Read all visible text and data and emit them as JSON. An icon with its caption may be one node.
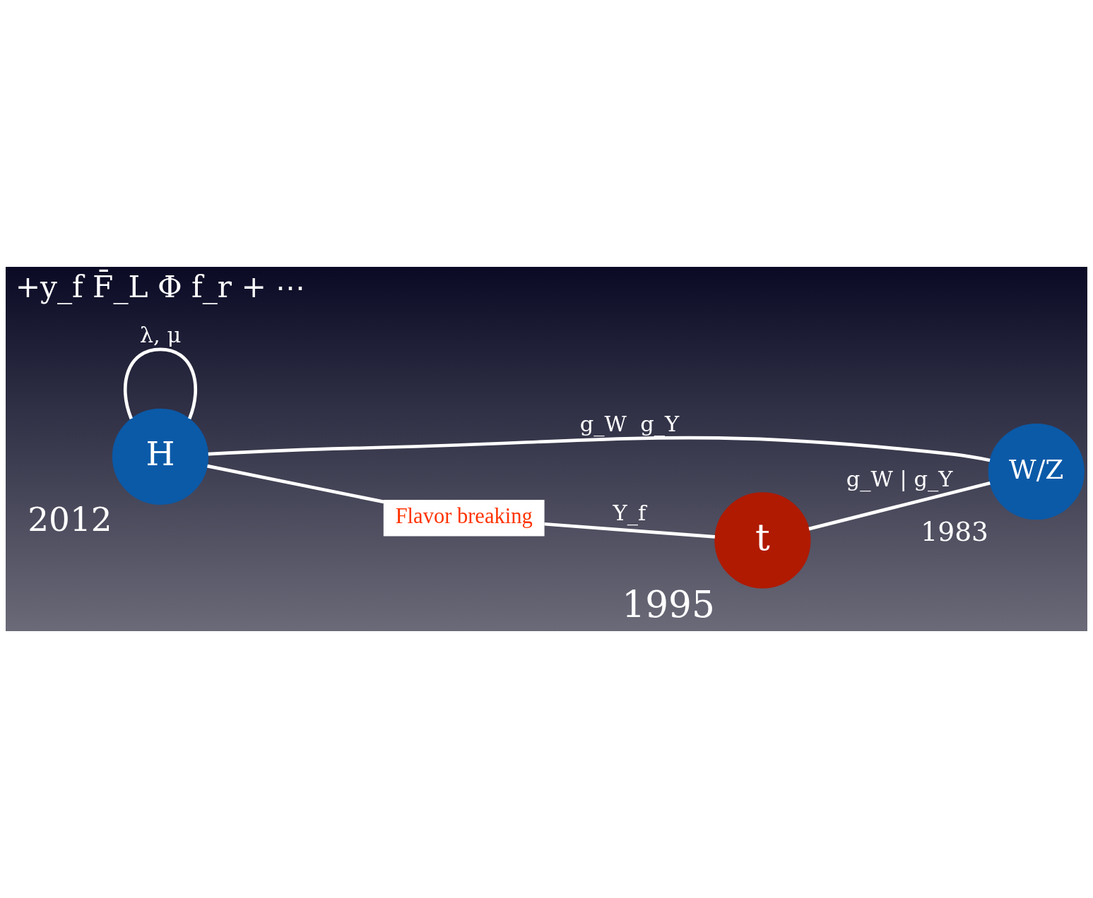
{
  "diagram": {
    "nodes": [
      {
        "text": [
          "H"
        ],
        "beside": [
          "2012"
        ]
      },
      {
        "text": [
          "t"
        ],
        "beside": [
          "1995"
        ]
      },
      {
        "text": [
          "W/Z"
        ],
        "beside": [
          "1983"
        ]
      },
      {
        "text": [
          "Flavor breaking"
        ]
      }
    ],
    "edges": [
      {
        "from": 0,
        "to": 0,
        "arrow": "none",
        "label": "λ, μ"
      },
      {
        "from": 0,
        "to": 3,
        "arrow": "none"
      },
      {
        "from": 3,
        "to": 1,
        "arrow": "none",
        "label": "Y_f"
      },
      {
        "from": 1,
        "to": 2,
        "arrow": "none",
        "label": "g_W | g_Y"
      },
      {
        "from": 0,
        "to": 2,
        "arrow": "none",
        "label": "g_W  g_Y"
      }
    ],
    "labels": [
      "+y_f F̄_L Φ f_r + ⋯"
    ]
  }
}
